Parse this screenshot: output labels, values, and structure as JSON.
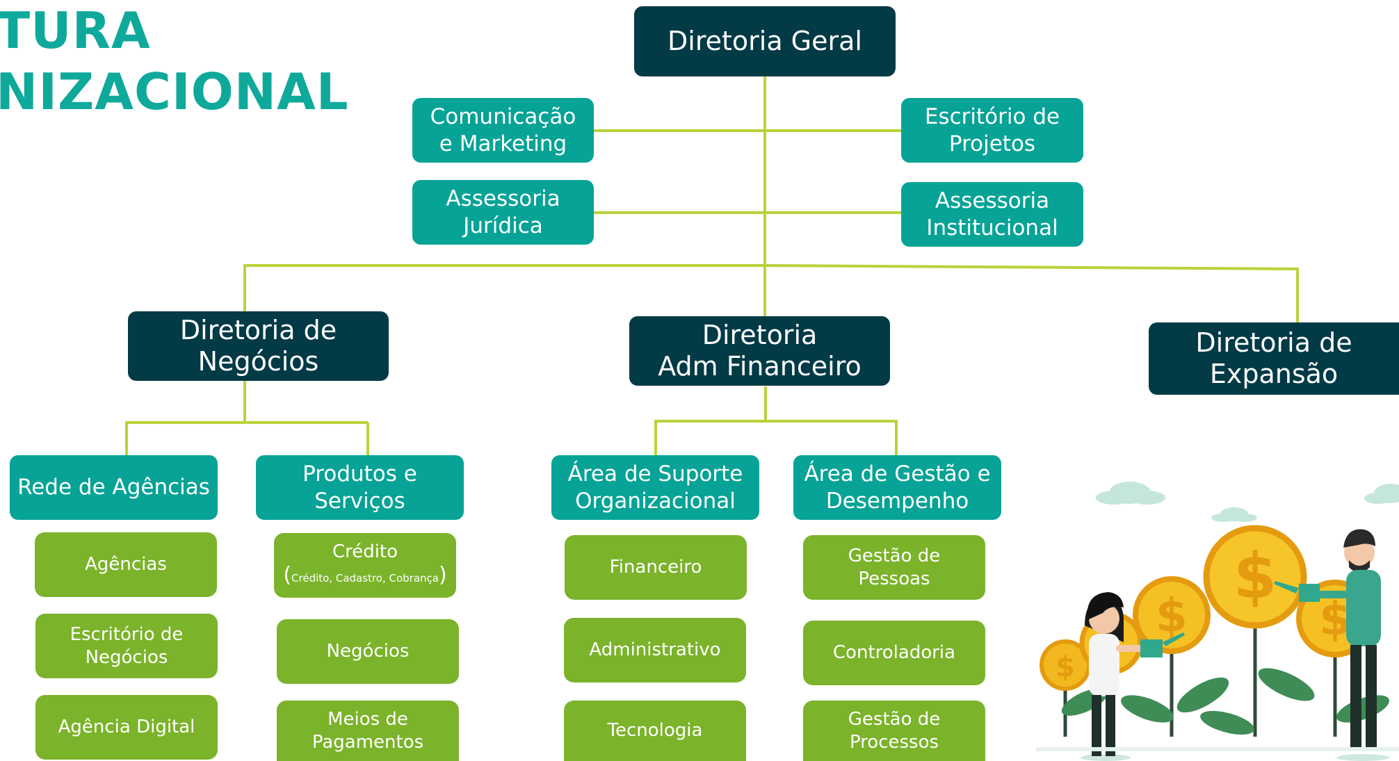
{
  "title": {
    "line1": "TURA",
    "line2": "NIZACIONAL"
  },
  "colors": {
    "dark": "#023a46",
    "teal": "#06a396",
    "green": "#7bb32a",
    "connector": "#b9d33a",
    "title": "#0fa99b"
  },
  "nodes": {
    "diretoria_geral": "Diretoria Geral",
    "comunicacao_l1": "Comunicação",
    "comunicacao_l2": "e Marketing",
    "escritorio_projetos_l1": "Escritório de",
    "escritorio_projetos_l2": "Projetos",
    "assessoria_juridica_l1": "Assessoria",
    "assessoria_juridica_l2": "Jurídica",
    "assessoria_institucional_l1": "Assessoria",
    "assessoria_institucional_l2": "Institucional",
    "dir_negocios_l1": "Diretoria de",
    "dir_negocios_l2": "Negócios",
    "dir_adm_l1": "Diretoria",
    "dir_adm_l2": "Adm Financeiro",
    "dir_expansao_l1": "Diretoria de",
    "dir_expansao_l2": "Expansão",
    "rede_agencias": "Rede de Agências",
    "produtos_l1": "Produtos e",
    "produtos_l2": "Serviços",
    "suporte_l1": "Área de Suporte",
    "suporte_l2": "Organizacional",
    "gestao_desemp_l1": "Área de Gestão e",
    "gestao_desemp_l2": "Desempenho",
    "agencias": "Agências",
    "escritorio_negocios_l1": "Escritório de",
    "escritorio_negocios_l2": "Negócios",
    "agencia_digital": "Agência Digital",
    "credito": "Crédito",
    "credito_sub": "Crédito, Cadastro, Cobrança",
    "negocios": "Negócios",
    "meios_l1": "Meios de",
    "meios_l2": "Pagamentos",
    "financeiro": "Financeiro",
    "administrativo": "Administrativo",
    "tecnologia": "Tecnologia",
    "gestao_pessoas_l1": "Gestão de",
    "gestao_pessoas_l2": "Pessoas",
    "controladoria": "Controladoria",
    "gestao_processos_l1": "Gestão de",
    "gestao_processos_l2": "Processos"
  },
  "illustration": {
    "coin_symbol": "$"
  }
}
